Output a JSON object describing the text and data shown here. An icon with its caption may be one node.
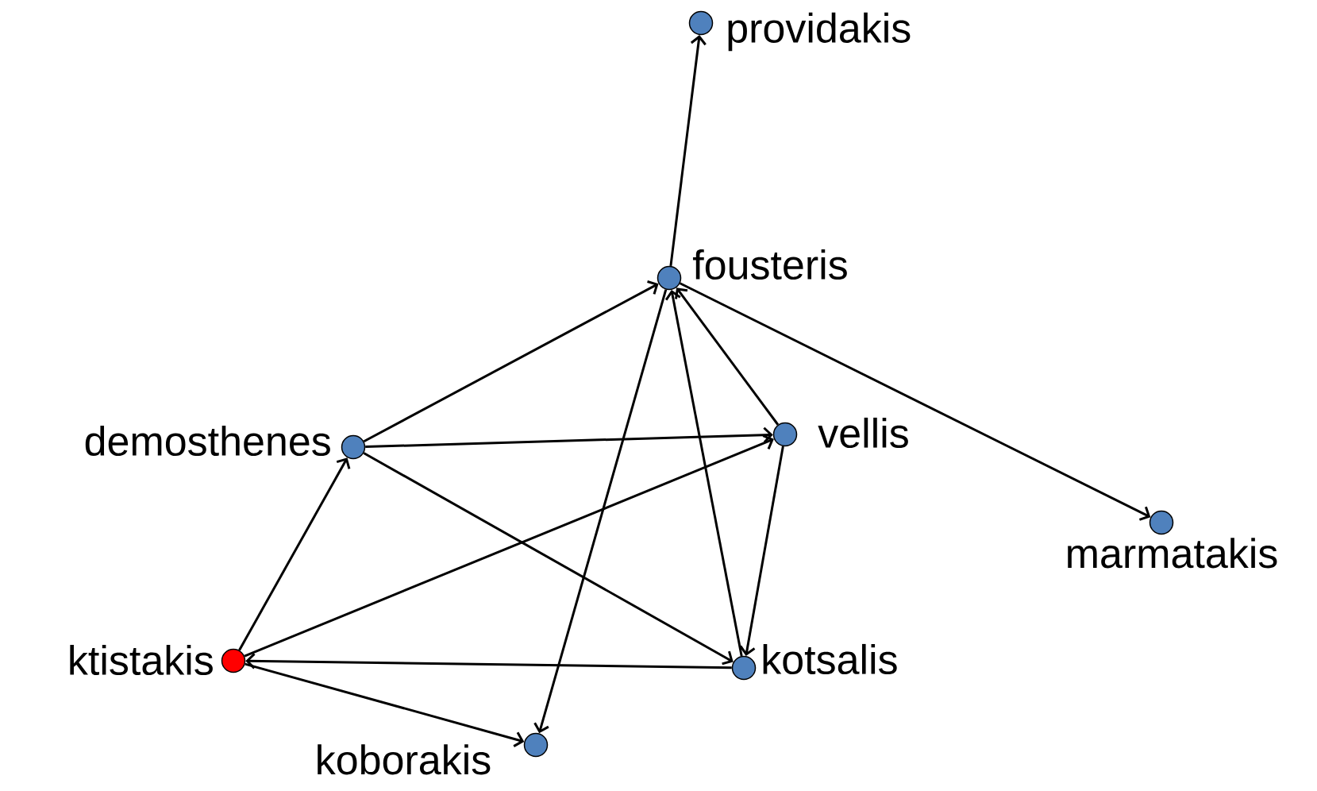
{
  "diagram": {
    "nodes": [
      {
        "text": [
          "providakis"
        ]
      },
      {
        "text": [
          "fousteris"
        ]
      },
      {
        "text": [
          "demosthenes"
        ]
      },
      {
        "text": [
          "vellis"
        ]
      },
      {
        "text": [
          "marmatakis"
        ]
      },
      {
        "text": [
          "ktistakis"
        ]
      },
      {
        "text": [
          "kotsalis"
        ]
      },
      {
        "text": [
          "koborakis"
        ]
      }
    ],
    "edges": [
      {
        "from": 1,
        "to": 0,
        "arrow": "to"
      },
      {
        "from": 2,
        "to": 1,
        "arrow": "to"
      },
      {
        "from": 2,
        "to": 3,
        "arrow": "to"
      },
      {
        "from": 2,
        "to": 6,
        "arrow": "to"
      },
      {
        "from": 1,
        "to": 4,
        "arrow": "to"
      },
      {
        "from": 1,
        "to": 7,
        "arrow": "to"
      },
      {
        "from": 3,
        "to": 1,
        "arrow": "to"
      },
      {
        "from": 6,
        "to": 1,
        "arrow": "to"
      },
      {
        "from": 3,
        "to": 6,
        "arrow": "to"
      },
      {
        "from": 5,
        "to": 2,
        "arrow": "to"
      },
      {
        "from": 5,
        "to": 3,
        "arrow": "to"
      },
      {
        "from": 6,
        "to": 5,
        "arrow": "to"
      },
      {
        "from": 5,
        "to": 7,
        "arrow": "to"
      }
    ]
  }
}
